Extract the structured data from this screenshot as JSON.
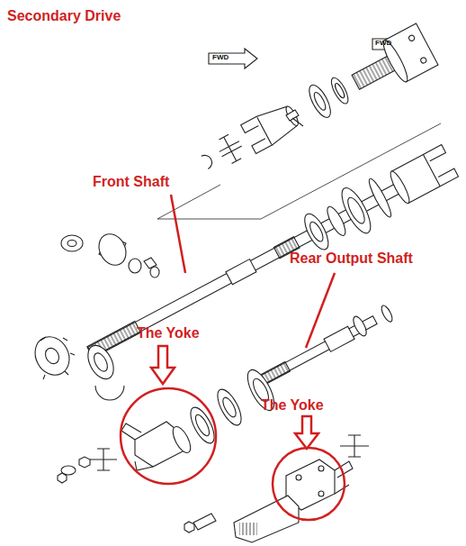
{
  "diagram": {
    "title": "Secondary Drive",
    "labels": [
      "FWD",
      "FWD",
      "Front Shaft",
      "Rear Output Shaft",
      "The Yoke",
      "The Yoke"
    ]
  }
}
